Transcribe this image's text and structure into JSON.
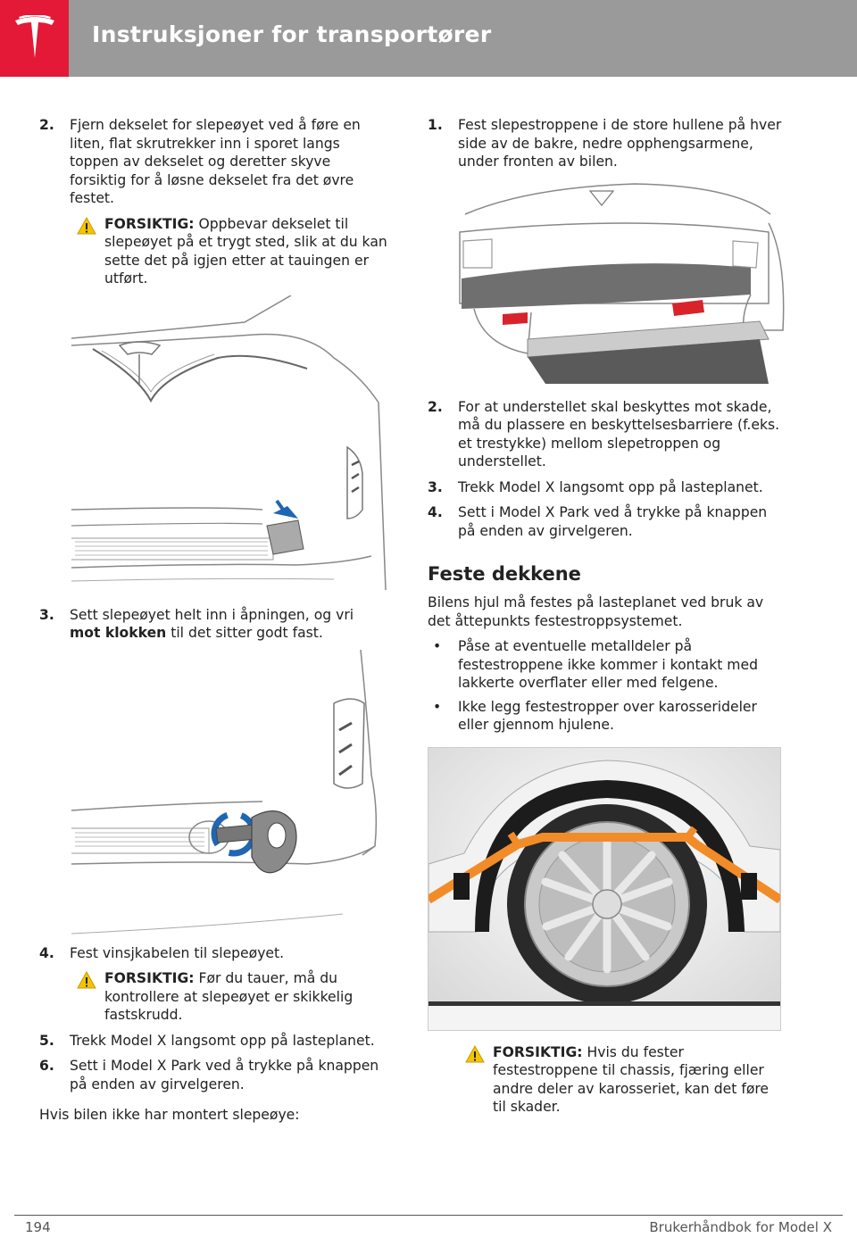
{
  "header": {
    "title": "Instruksjoner for transportører",
    "logo": "tesla-logo"
  },
  "left": {
    "step2": {
      "num": "2.",
      "text": "Fjern dekselet for slepeøyet ved å føre en liten, flat skrutrekker inn i sporet langs toppen av dekselet og deretter skyve forsiktig for å løsne dekselet fra det øvre festet."
    },
    "caution1": {
      "label": "FORSIKTIG:",
      "text": "Oppbevar dekselet til slepeøyet på et trygt sted, slik at du kan sette det på igjen etter at tauingen er utført."
    },
    "step3": {
      "num": "3.",
      "text_a": "Sett slepeøyet helt inn i åpningen, og vri ",
      "bold": "mot klokken",
      "text_b": " til det sitter godt fast."
    },
    "step4": {
      "num": "4.",
      "text": "Fest vinsjkabelen til slepeøyet."
    },
    "caution2": {
      "label": "FORSIKTIG:",
      "text": "Før du tauer, må du kontrollere at slepeøyet er skikkelig fastskrudd."
    },
    "step5": {
      "num": "5.",
      "text": "Trekk Model X langsomt opp på lasteplanet."
    },
    "step6": {
      "num": "6.",
      "text": "Sett i Model X Park ved å trykke på knappen på enden av girvelgeren."
    },
    "outro": "Hvis bilen ikke har montert slepeøye:"
  },
  "right": {
    "step1": {
      "num": "1.",
      "text": "Fest slepestroppene i de store hullene på hver side av de bakre, nedre opphengsarmene, under fronten av bilen."
    },
    "step2": {
      "num": "2.",
      "text": "For at understellet skal beskyttes mot skade, må du plassere en beskyttelsesbarriere (f.eks. et trestykke) mellom slepetroppen og understellet."
    },
    "step3": {
      "num": "3.",
      "text": "Trekk Model X langsomt opp på lasteplanet."
    },
    "step4": {
      "num": "4.",
      "text": "Sett i Model X Park ved å trykke på knappen på enden av girvelgeren."
    },
    "heading": "Feste dekkene",
    "intro": "Bilens hjul må festes på lasteplanet ved bruk av det åttepunkts festestroppsystemet.",
    "bullets": [
      "Påse at eventuelle metalldeler på festestroppene ikke kommer i kontakt med lakkerte overflater eller med felgene.",
      "Ikke legg festestropper over karosserideler eller gjennom hjulene."
    ],
    "caution": {
      "label": "FORSIKTIG:",
      "text": "Hvis du fester festestroppene til chassis, fjæring eller andre deler av karosseriet, kan det føre til skader."
    }
  },
  "footer": {
    "page": "194",
    "manual": "Brukerhåndbok for Model X"
  },
  "colors": {
    "tesla_red": "#e31937",
    "header_gray": "#9a9a9a",
    "strap_orange": "#f28c28",
    "warning_yellow": "#f5c400",
    "arrow_blue": "#1f66b3"
  }
}
